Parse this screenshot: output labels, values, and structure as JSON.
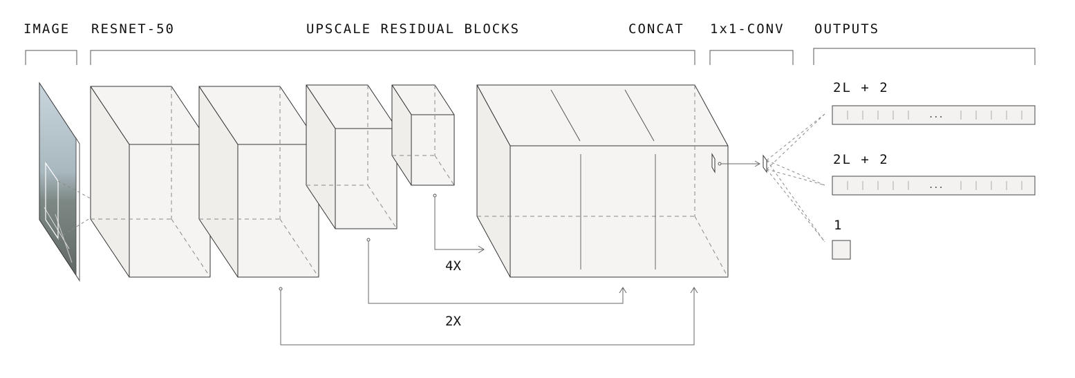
{
  "headers": {
    "image": "IMAGE",
    "resnet": "RESNET-50",
    "upscale": "UPSCALE RESIDUAL BLOCKS",
    "concat": "CONCAT",
    "conv": "1x1-CONV",
    "outputs": "OUTPUTS"
  },
  "skip_labels": {
    "four_x": "4X",
    "two_x": "2X"
  },
  "outputs": [
    {
      "label": "2L + 2",
      "ellipsis": "..."
    },
    {
      "label": "2L + 2",
      "ellipsis": "..."
    },
    {
      "label": "1"
    }
  ],
  "colors": {
    "block_fill": "#f5f4f2",
    "stroke": "#333333",
    "image_sky": "#b8c8d2",
    "image_road": "#6b7470"
  }
}
